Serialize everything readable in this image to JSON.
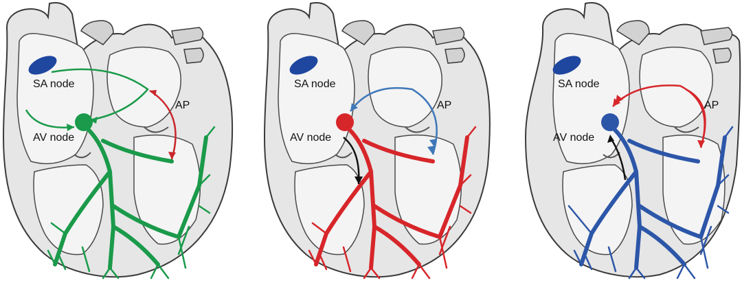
{
  "panels": [
    {
      "sa_label": "SA node",
      "av_label": "AV node",
      "ap_label": "AP",
      "conduction_color": "#1a9a4a",
      "arrow_color": "#1a9a4a",
      "ap_arrow_color": "#c8262b"
    },
    {
      "sa_label": "SA node",
      "av_label": "AV node",
      "ap_label": "AP",
      "conduction_color": "#d7262a",
      "arrow_color": "#3f78b9",
      "ap_arrow_color": "#3f78b9"
    },
    {
      "sa_label": "SA node",
      "av_label": "AV node",
      "ap_label": "AP",
      "conduction_color": "#2c56a8",
      "arrow_color": "#d7262a",
      "ap_arrow_color": "#d7262a"
    }
  ],
  "colors": {
    "sa_node": "#1f47a0",
    "heart_fill": "#e4e4e4",
    "heart_outline": "#3a3a3a",
    "chamber_fill": "#f6f6f6"
  },
  "icons": [
    "heart-cross-section-illustration",
    "sa-node-icon",
    "av-node-icon",
    "arrow-icon"
  ]
}
